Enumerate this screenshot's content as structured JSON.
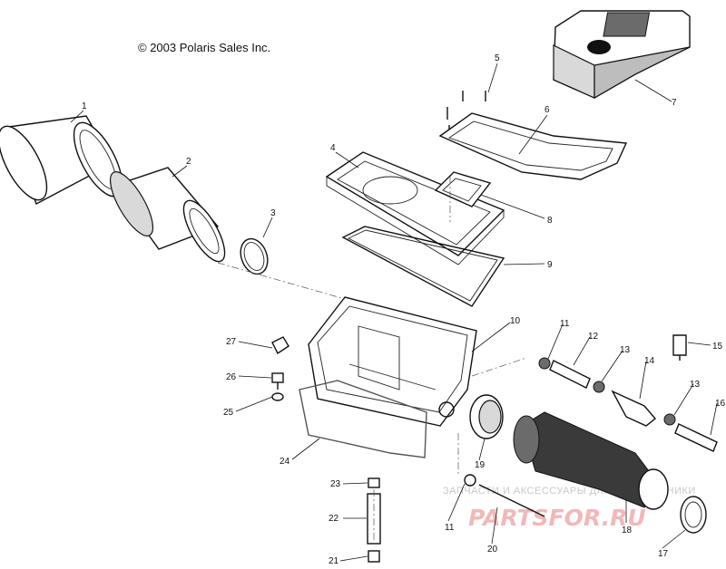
{
  "copyright": "© 2003 Polaris Sales Inc.",
  "watermark": {
    "line1": "ЗАПЧАСТИ И АКСЕССУАРЫ ДЛЯ МОТОТЕХНИКИ",
    "brand": "PARTSFOR.RU"
  },
  "callouts": [
    {
      "id": "c1",
      "label": "1"
    },
    {
      "id": "c2",
      "label": "2"
    },
    {
      "id": "c3",
      "label": "3"
    },
    {
      "id": "c4",
      "label": "4"
    },
    {
      "id": "c5",
      "label": "5"
    },
    {
      "id": "c6",
      "label": "6"
    },
    {
      "id": "c7",
      "label": "7"
    },
    {
      "id": "c8",
      "label": "8"
    },
    {
      "id": "c9",
      "label": "9"
    },
    {
      "id": "c10",
      "label": "10"
    },
    {
      "id": "c11a",
      "label": "11"
    },
    {
      "id": "c12",
      "label": "12"
    },
    {
      "id": "c13a",
      "label": "13"
    },
    {
      "id": "c14",
      "label": "14"
    },
    {
      "id": "c15",
      "label": "15"
    },
    {
      "id": "c13b",
      "label": "13"
    },
    {
      "id": "c16",
      "label": "16"
    },
    {
      "id": "c27",
      "label": "27"
    },
    {
      "id": "c26",
      "label": "26"
    },
    {
      "id": "c25",
      "label": "25"
    },
    {
      "id": "c24",
      "label": "24"
    },
    {
      "id": "c19",
      "label": "19"
    },
    {
      "id": "c18",
      "label": "18"
    },
    {
      "id": "c17",
      "label": "17"
    },
    {
      "id": "c23",
      "label": "23"
    },
    {
      "id": "c22",
      "label": "22"
    },
    {
      "id": "c21",
      "label": "21"
    },
    {
      "id": "c11b",
      "label": "11"
    },
    {
      "id": "c20",
      "label": "20"
    }
  ]
}
